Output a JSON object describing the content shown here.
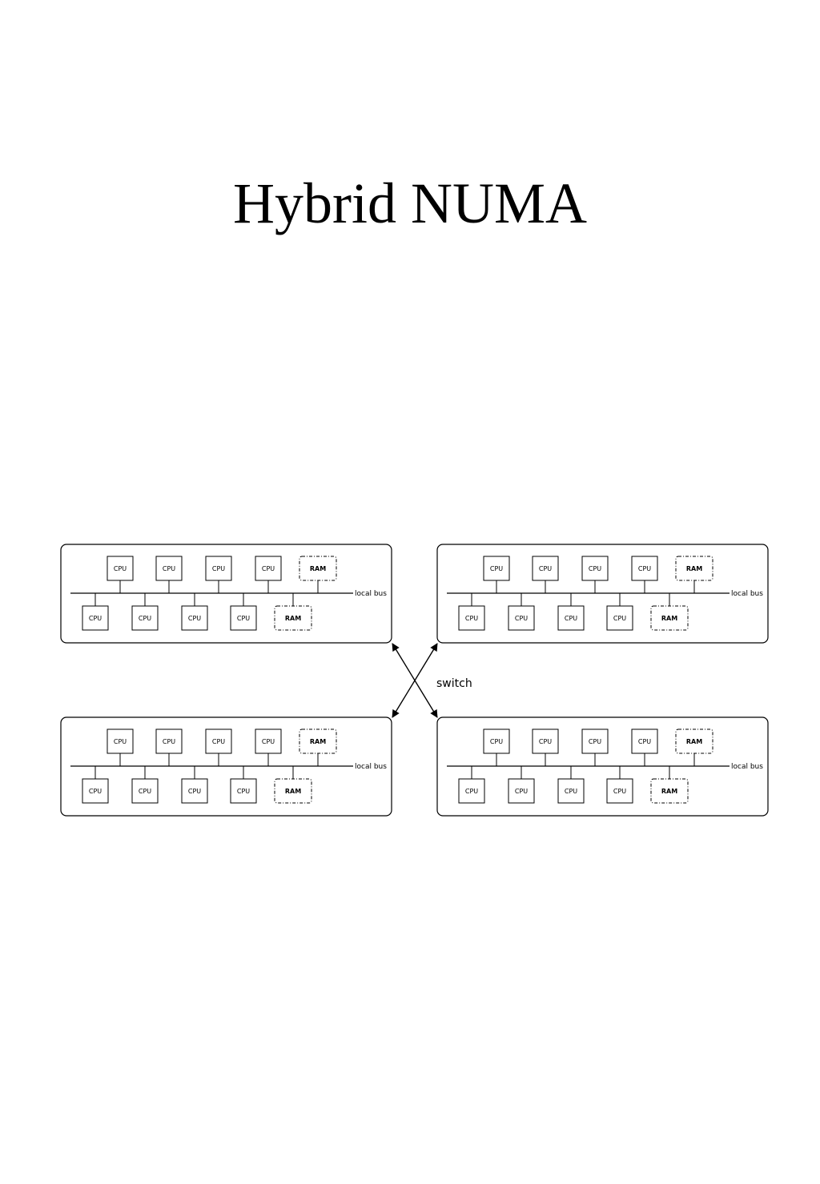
{
  "title": "Hybrid NUMA",
  "labels": {
    "cpu": "CPU",
    "ram": "RAM",
    "bus": "local bus",
    "switch": "switch"
  },
  "diagram": {
    "nodes": [
      {
        "id": "node-top-left",
        "cpus": 8,
        "ram_modules": 2
      },
      {
        "id": "node-top-right",
        "cpus": 8,
        "ram_modules": 2
      },
      {
        "id": "node-bottom-left",
        "cpus": 8,
        "ram_modules": 2
      },
      {
        "id": "node-bottom-right",
        "cpus": 8,
        "ram_modules": 2
      }
    ],
    "edges": [
      {
        "from": "node-top-left",
        "to": "node-bottom-right",
        "label": "switch",
        "directed": "both"
      },
      {
        "from": "node-top-right",
        "to": "node-bottom-left",
        "label": "switch",
        "directed": "both"
      }
    ]
  }
}
